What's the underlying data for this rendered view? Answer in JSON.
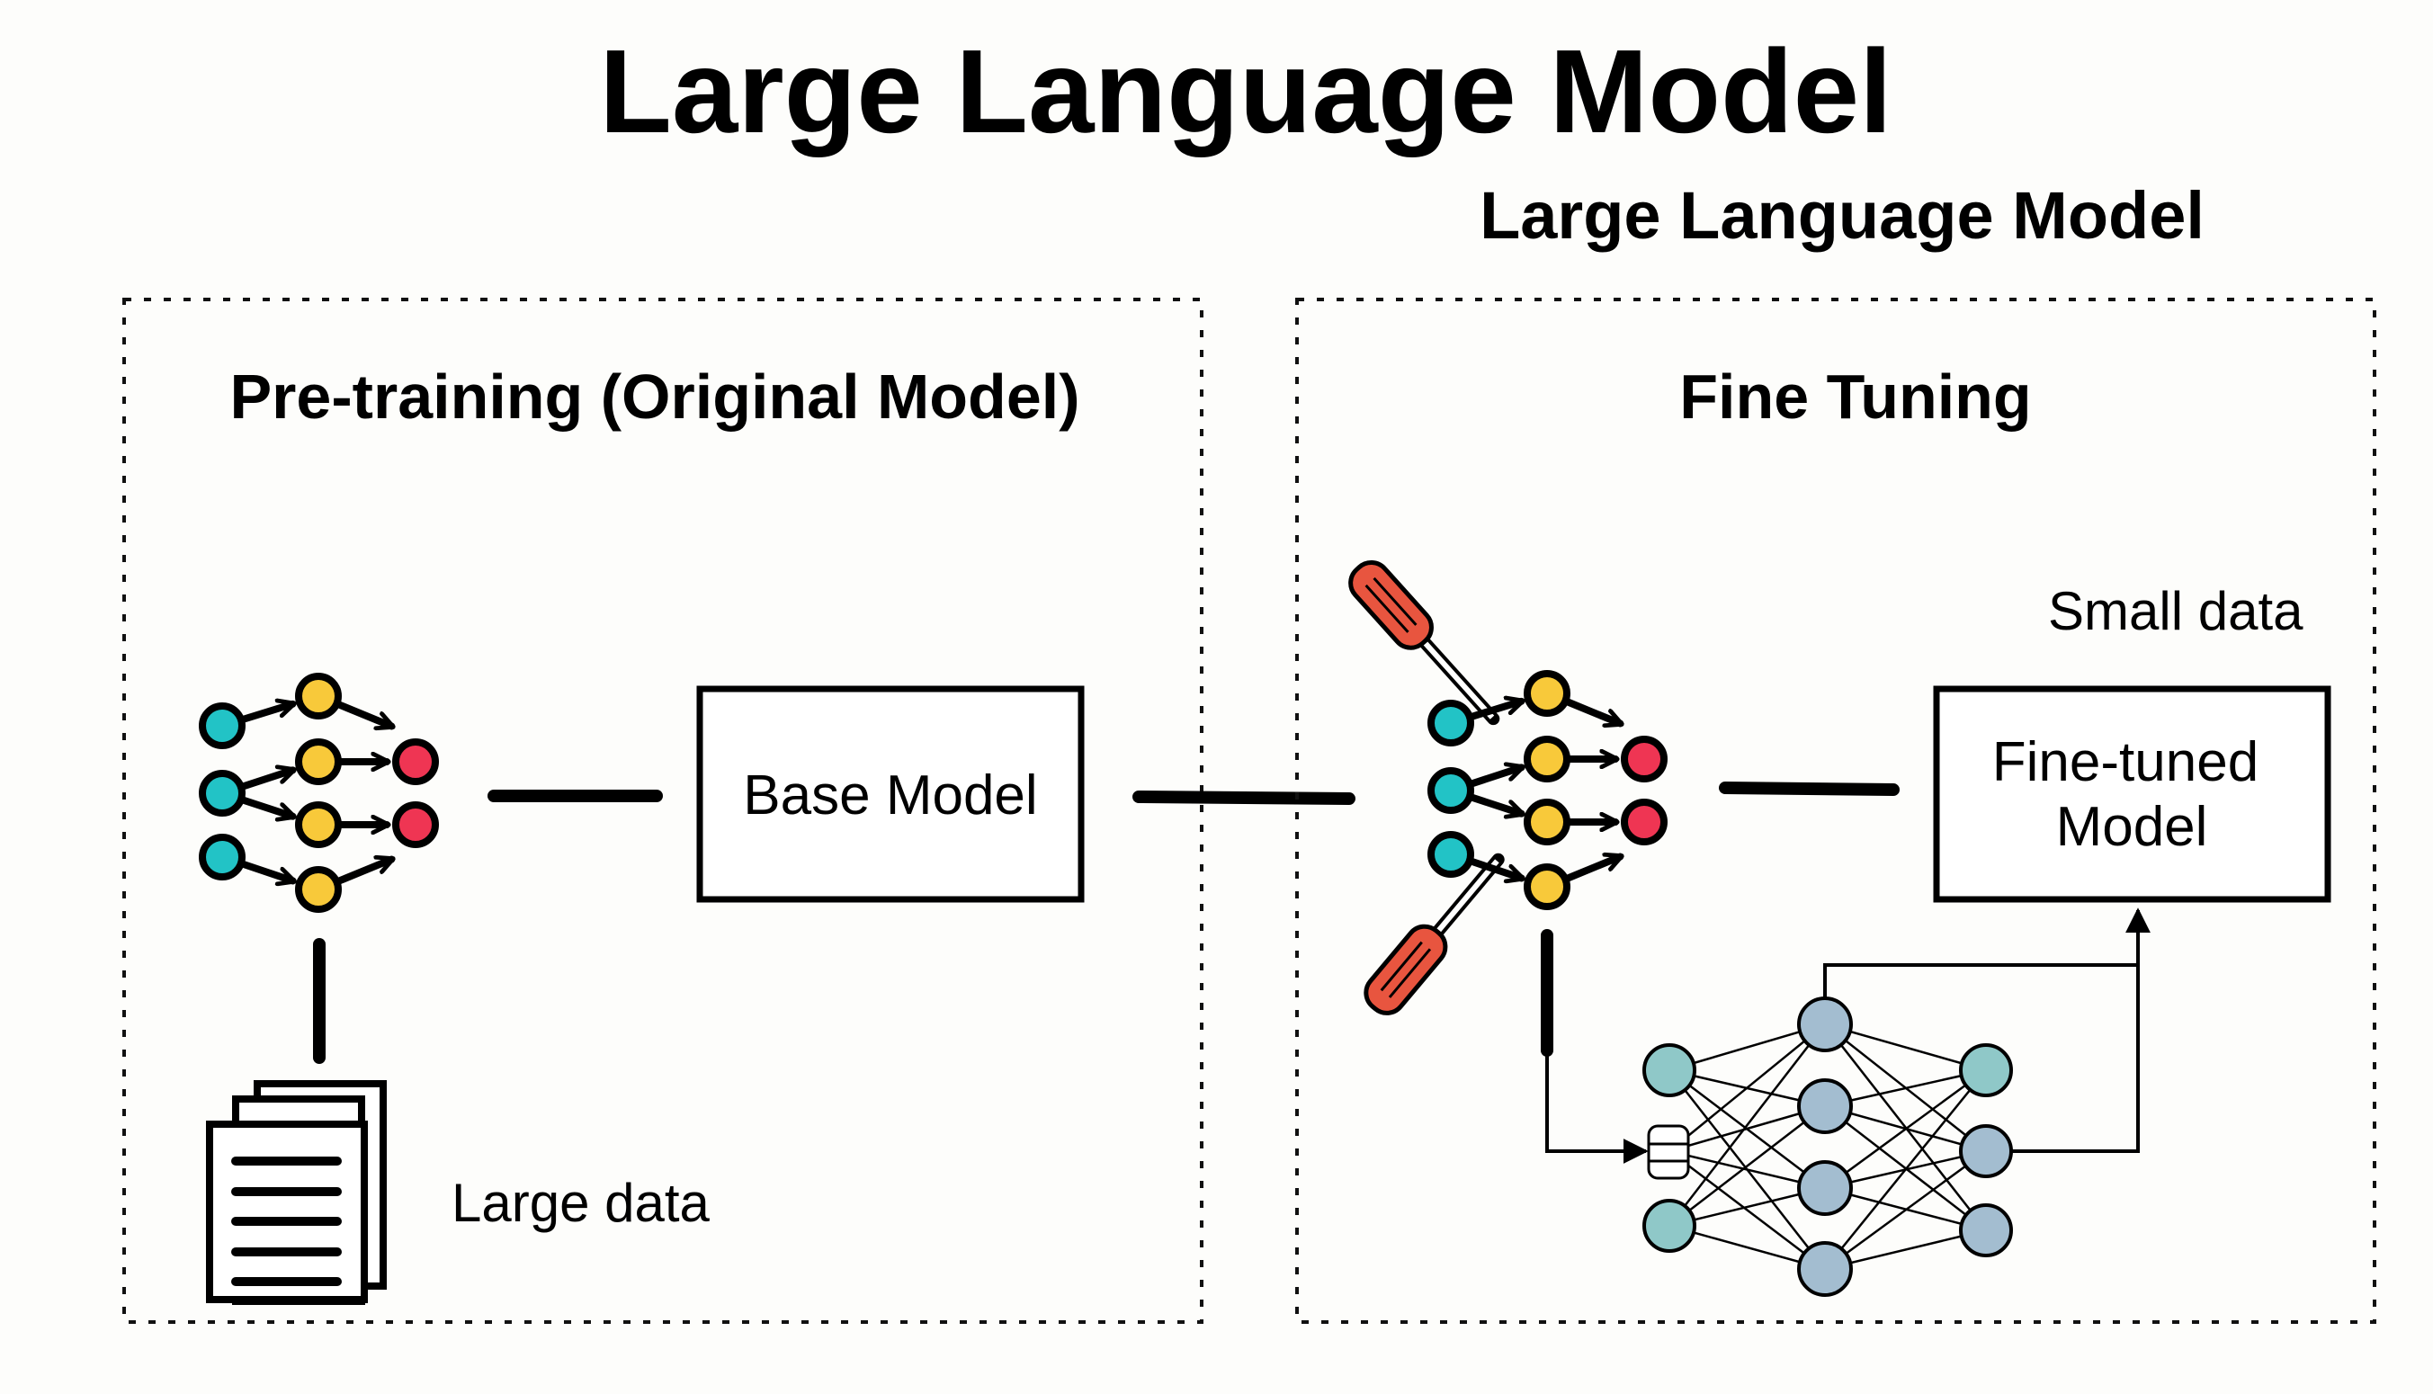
{
  "title": "Large Language Model",
  "subtitle": "Large Language Model",
  "pretraining": {
    "heading": "Pre-training (Original Model)",
    "base_model_label": "Base Model",
    "data_label": "Large data"
  },
  "finetuning": {
    "heading": "Fine Tuning",
    "model_label_line1": "Fine-tuned",
    "model_label_line2": "Model",
    "data_label": "Small data"
  },
  "colors": {
    "input_node": "#22c3c6",
    "hidden_node": "#f8c93a",
    "output_node": "#ef3553",
    "screwdriver": "#e8553f",
    "nn_node_teal": "#8fc8c8",
    "nn_node_blue": "#a3bdd0",
    "stroke": "#000000"
  }
}
